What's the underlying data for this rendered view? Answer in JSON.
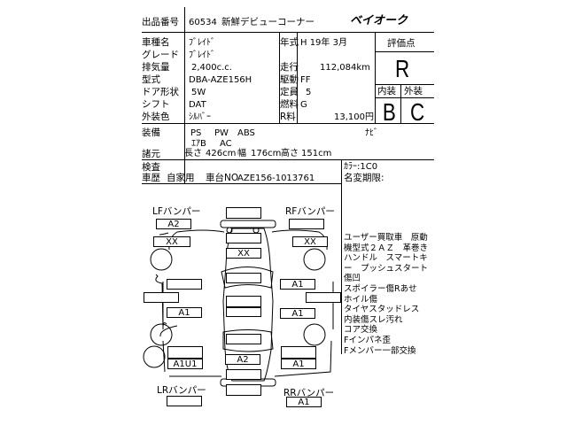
{
  "header": {
    "lot_label": "出品番号",
    "lot_no": "60534",
    "corner": "新鮮デビューコーナー",
    "logo": "ベイオーク"
  },
  "spec": {
    "car_name_label": "車種名",
    "car_name": "ﾌﾞﾚｲﾄﾞ",
    "grade_label": "グレード",
    "grade": "ﾌﾞﾚｲﾄﾞ",
    "displacement_label": "排気量",
    "displacement": "2,400c.c.",
    "model_label": "型式",
    "model": "DBA-AZE156H",
    "door_label": "ドア形状",
    "door": "5W",
    "shift_label": "シフト",
    "shift": "DAT",
    "color_label": "外装色",
    "color": "ｼﾙﾊﾞｰ",
    "year_label": "年式",
    "year": "H 19年  3月",
    "mileage_label": "走行",
    "mileage": "112,084km",
    "drive_label": "駆動",
    "drive": "FF",
    "capacity_label": "定員",
    "capacity": "5",
    "fuel_label": "燃料",
    "fuel": "G",
    "fee_label": "R料",
    "fee": "13,100円"
  },
  "grade_box": {
    "score_label": "評価点",
    "score": "R",
    "interior_label": "内装",
    "exterior_label": "外装",
    "interior": "B",
    "exterior": "C"
  },
  "equipment": {
    "label": "装備",
    "items_row1": [
      "PS",
      "PW",
      "ABS"
    ],
    "items_row2": [
      "ｴｱB",
      "AC"
    ],
    "navi": "ﾅﾋﾞ",
    "dims_label": "諸元",
    "length_label": "長さ",
    "length": "426cm",
    "width_label": "幅",
    "width": "176cm",
    "height_label": "高さ",
    "height": "151cm"
  },
  "inspection": {
    "label1": "検査",
    "label2": "車歴",
    "history": "自家用",
    "chassis_label": "車台NO",
    "chassis": "AZE156-1013761",
    "color_code": "ｶﾗｰ:1C0",
    "transfer_label": "名変期限:"
  },
  "notes": [
    "ユーザー買取車　原動",
    "機型式２ＡＺ　革巻き",
    "ハンドル　スマートキ",
    "ー　プッシュスタート",
    "傷凹",
    "スポイラー傷Rあせ",
    "ホイル傷",
    "タイヤスタッドレス",
    "内装傷スレ汚れ",
    "コア交換",
    "Fインパネ歪",
    "Fメンバー一部交換"
  ],
  "diagram": {
    "lf_bumper": "LFバンパー",
    "rf_bumper": "RFバンパー",
    "lr_bumper": "LRバンパー",
    "rr_bumper": "RRバンパー",
    "lf_bumper_val": "A2",
    "lf_fender": "XX",
    "rf_fender": "XX",
    "hood": "XX",
    "l_rear_door": "A1",
    "l_quarter": "A1U1",
    "r_front_door": "A1",
    "r_rear_door": "A1",
    "r_quarter": "A1",
    "trunk": "A2",
    "rr_bumper_val": "A1"
  }
}
